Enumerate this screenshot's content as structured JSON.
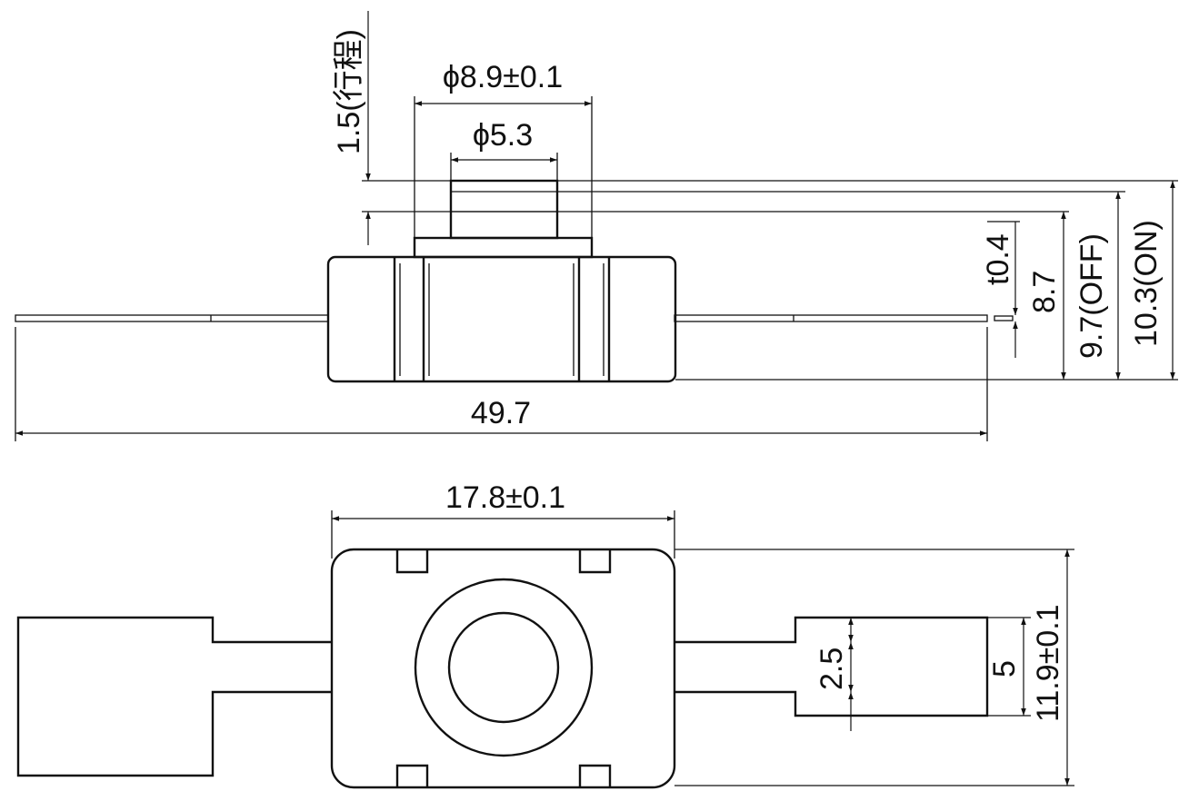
{
  "side_view": {
    "stroke_label": "1.5(行程)",
    "cap_outer_diameter": "ϕ8.9±0.1",
    "cap_inner_diameter": "ϕ5.3",
    "terminal_thickness": "t0.4",
    "height_base": "8.7",
    "height_off": "9.7(OFF)",
    "height_on": "10.3(ON)",
    "overall_length": "49.7"
  },
  "top_view": {
    "body_width": "17.8±0.1",
    "terminal_slot": "2.5",
    "terminal_width": "5",
    "body_height": "11.9±0.1"
  }
}
